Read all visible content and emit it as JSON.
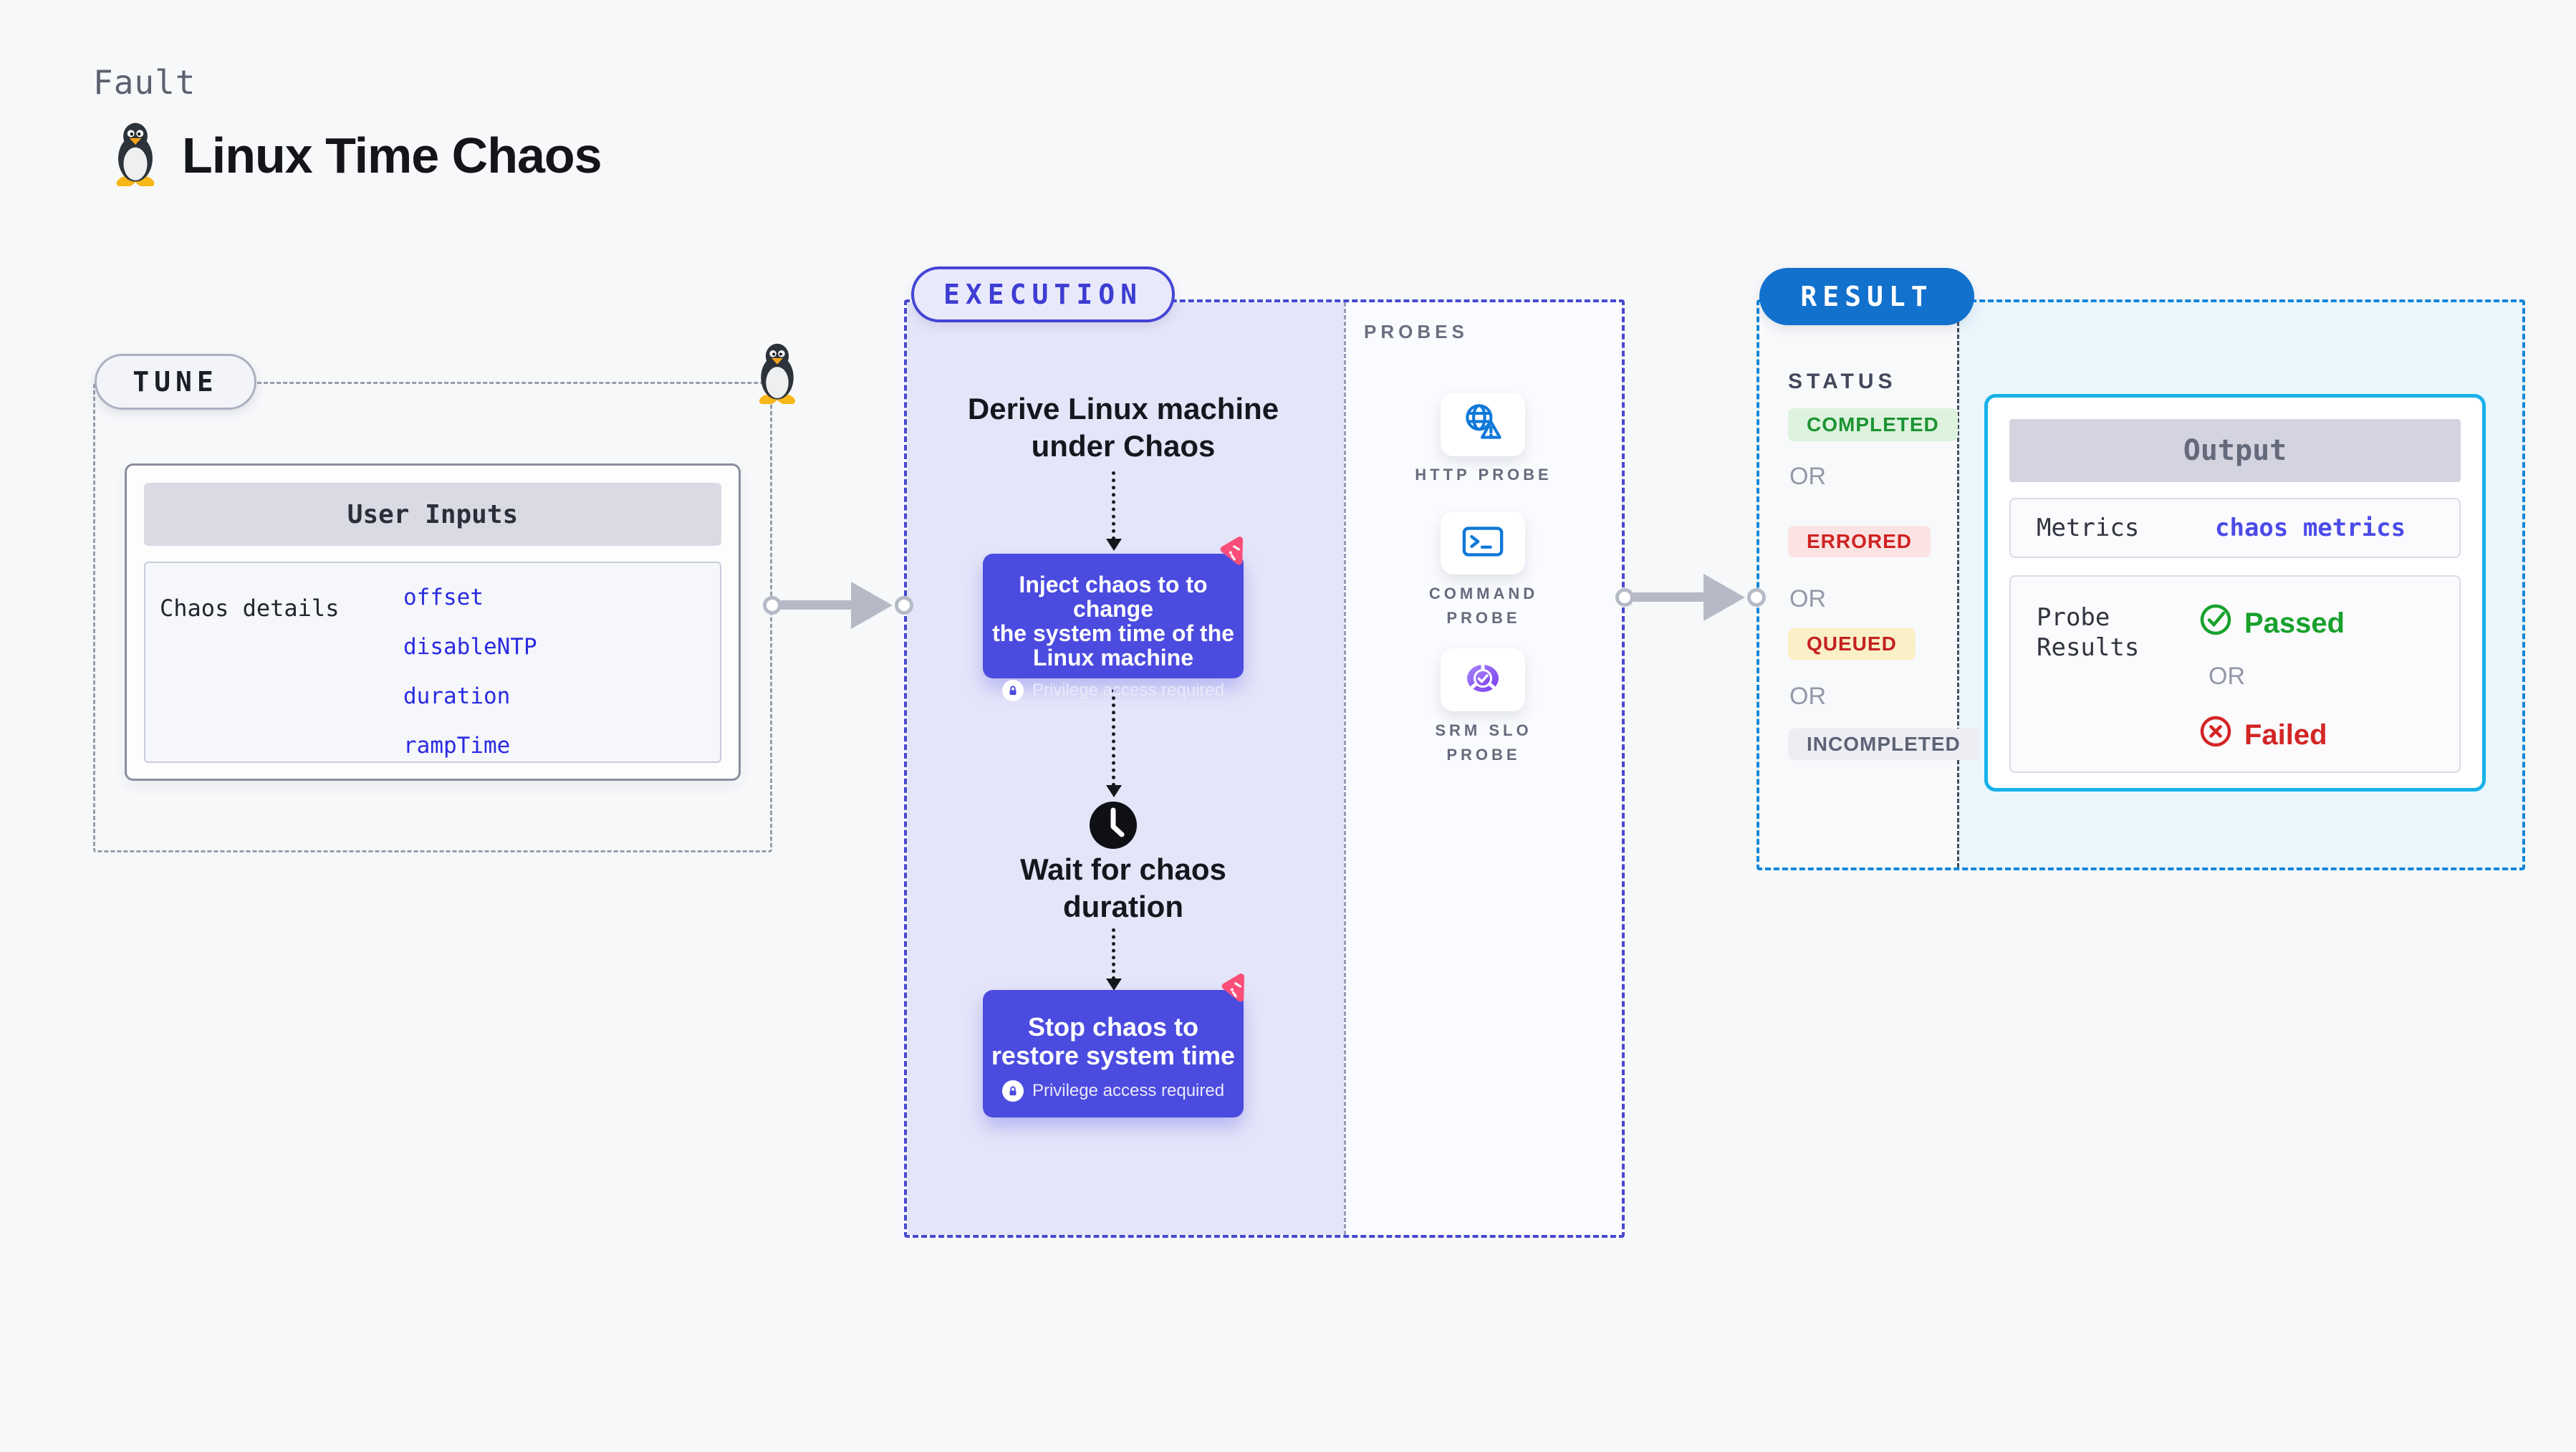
{
  "page": {
    "eyebrow": "Fault",
    "title": "Linux Time Chaos"
  },
  "tune": {
    "badge": "TUNE",
    "card_header": "User Inputs",
    "row_label": "Chaos details",
    "inputs": [
      "offset",
      "disableNTP",
      "duration",
      "rampTime"
    ]
  },
  "execution": {
    "badge": "EXECUTION",
    "derive_lines": [
      "Derive Linux machine",
      "under Chaos"
    ],
    "inject_lines": [
      "Inject chaos to to change",
      "the system time of the",
      "Linux machine"
    ],
    "privilege": "Privilege access required",
    "wait_lines": [
      "Wait for chaos",
      "duration"
    ],
    "stop_lines": [
      "Stop chaos to",
      "restore system time"
    ]
  },
  "probes": {
    "label": "PROBES",
    "items": [
      {
        "icon": "globe-alert-icon",
        "lines": [
          "HTTP PROBE"
        ]
      },
      {
        "icon": "terminal-icon",
        "lines": [
          "COMMAND",
          "PROBE"
        ]
      },
      {
        "icon": "slo-donut-icon",
        "lines": [
          "SRM SLO",
          "PROBE"
        ]
      }
    ]
  },
  "result": {
    "badge": "RESULT",
    "status_label": "STATUS",
    "or_label": "OR",
    "statuses": [
      {
        "label": "COMPLETED",
        "bg": "#ddf3de",
        "color": "#1d9333"
      },
      {
        "label": "ERRORED",
        "bg": "#fbe3e3",
        "color": "#d02222"
      },
      {
        "label": "QUEUED",
        "bg": "#faf0c8",
        "color": "#c42121"
      },
      {
        "label": "INCOMPLETED",
        "bg": "#ededf3",
        "color": "#5d6375"
      }
    ],
    "output": {
      "header": "Output",
      "metrics_label": "Metrics",
      "metrics_value": "chaos metrics",
      "probe_label_lines": [
        "Probe",
        "Results"
      ],
      "passed": "Passed",
      "or": "OR",
      "failed": "Failed"
    }
  },
  "colors": {
    "accent_indigo": "#4b4be0",
    "accent_blue": "#1271cd",
    "accent_cyan": "#17b2e9",
    "probe_icon_blue": "#1079d8",
    "chaos_pink": "#fb4f79",
    "link_blue": "#2a2ae0",
    "passed_green": "#18a12d",
    "failed_red": "#d32525"
  }
}
